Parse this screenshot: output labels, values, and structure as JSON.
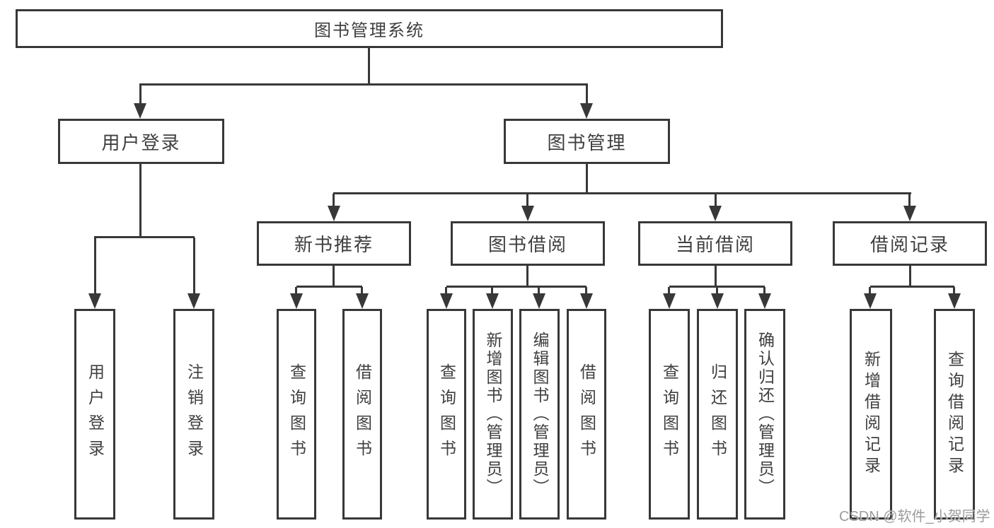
{
  "diagram": {
    "label": "图书管理系统",
    "children": [
      {
        "label": "用户登录",
        "children": [
          {
            "label": "用户登录"
          },
          {
            "label": "注销登录"
          }
        ]
      },
      {
        "label": "图书管理",
        "children": [
          {
            "label": "新书推荐",
            "children": [
              {
                "label": "查询图书"
              },
              {
                "label": "借阅图书"
              }
            ]
          },
          {
            "label": "图书借阅",
            "children": [
              {
                "label": "查询图书"
              },
              {
                "label": "新增图书（管理员）"
              },
              {
                "label": "编辑图书（管理员）"
              },
              {
                "label": "借阅图书"
              }
            ]
          },
          {
            "label": "当前借阅",
            "children": [
              {
                "label": "查询图书"
              },
              {
                "label": "归还图书"
              },
              {
                "label": "确认归还（管理员）"
              }
            ]
          },
          {
            "label": "借阅记录",
            "children": [
              {
                "label": "新增借阅记录"
              },
              {
                "label": "查询借阅记录"
              }
            ]
          }
        ]
      }
    ]
  },
  "watermark": {
    "text": "CSDN @软件_小贺同学"
  },
  "colors": {
    "line": "#383838",
    "text": "#3f3f3f",
    "watermark": "#9c9c9c",
    "background": "#ffffff"
  }
}
